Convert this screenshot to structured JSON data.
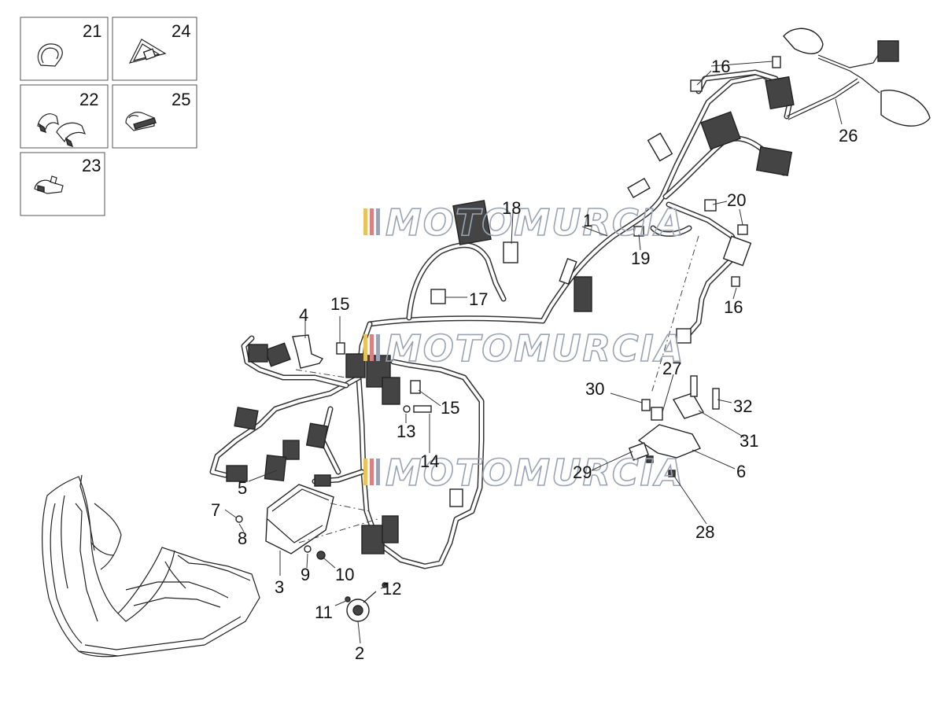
{
  "watermark": {
    "text": "MOTOMURCIA",
    "colors": [
      "#e8c25a",
      "#d98080",
      "#9aa4b4"
    ]
  },
  "legend_boxes": [
    {
      "id": "21",
      "label": "21",
      "icon": "loop-clip-icon"
    },
    {
      "id": "24",
      "label": "24",
      "icon": "triangle-tie-icon"
    },
    {
      "id": "22",
      "label": "22",
      "icon": "double-clamp-icon"
    },
    {
      "id": "25",
      "label": "25",
      "icon": "clip-holder-icon"
    },
    {
      "id": "23",
      "label": "23",
      "icon": "cable-clamp-icon"
    }
  ],
  "callouts": {
    "c1": "1",
    "c2": "2",
    "c3": "3",
    "c4": "4",
    "c5": "5",
    "c6": "6",
    "c7": "7",
    "c8": "8",
    "c9": "9",
    "c10": "10",
    "c11": "11",
    "c12": "12",
    "c13": "13",
    "c14": "14",
    "c15a": "15",
    "c15b": "15",
    "c16a": "16",
    "c16b": "16",
    "c17": "17",
    "c18": "18",
    "c19": "19",
    "c20": "20",
    "c26": "26",
    "c27": "27",
    "c28": "28",
    "c29": "29",
    "c30": "30",
    "c31": "31",
    "c32": "32"
  }
}
